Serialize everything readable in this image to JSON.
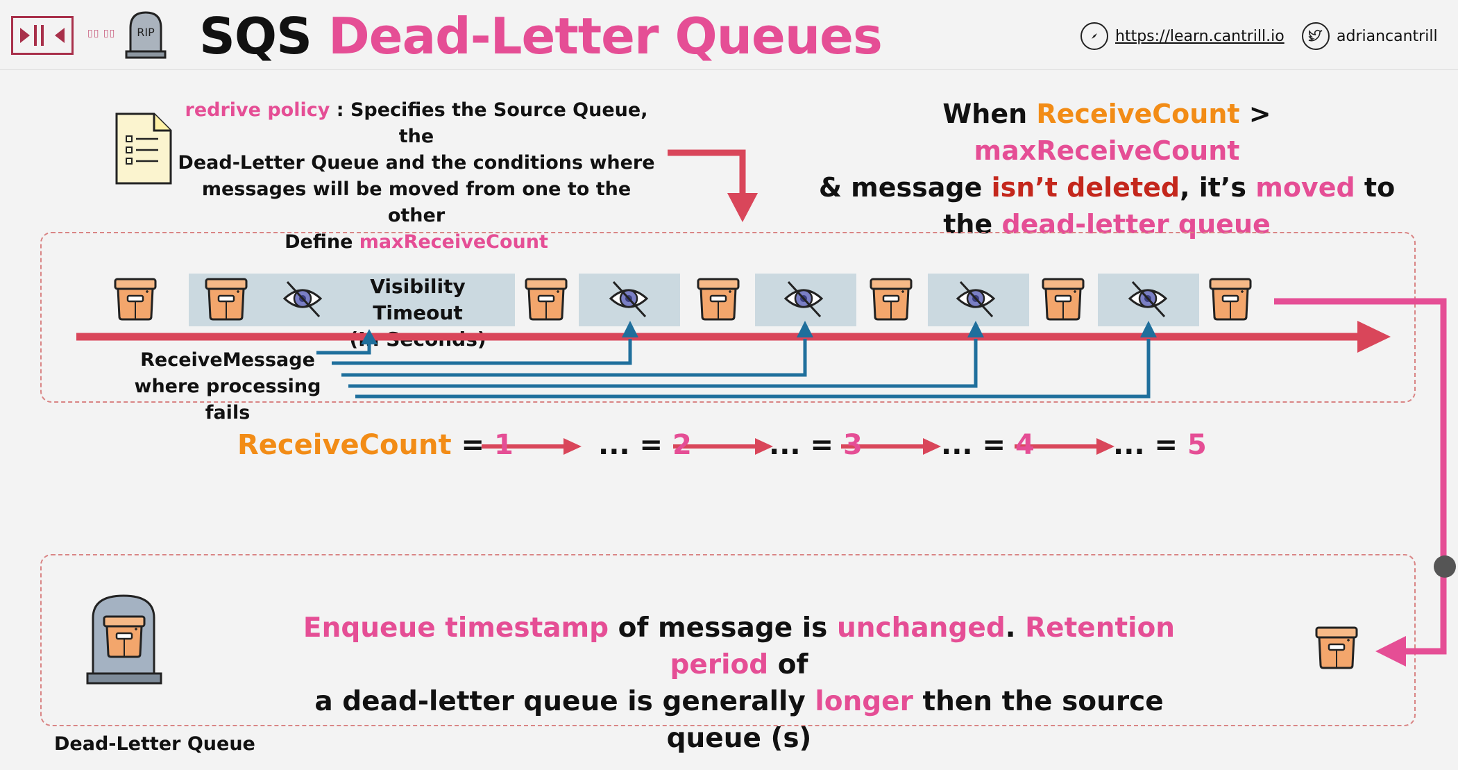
{
  "header": {
    "tiny_text": "▯▯ ▯▯",
    "rip": "RIP",
    "title_sqs": "SQS",
    "title_rest": "Dead-Letter Queues",
    "site_url": "https://learn.cantrill.io",
    "twitter_handle": "adriancantrill"
  },
  "redrive": {
    "term": "redrive policy",
    "sep": " :  ",
    "line1_rest": "Specifies the Source Queue, the",
    "line2": "Dead-Letter Queue and the conditions where",
    "line3": "messages will be moved from one to the other",
    "define": "Define ",
    "define_term": "maxReceiveCount"
  },
  "condition": {
    "when": "When ",
    "receive_count": "ReceiveCount",
    "gt": " > ",
    "max_receive_count": "maxReceiveCount",
    "amp": "& message ",
    "isnt_deleted": "isn’t deleted",
    "its": ", it’s ",
    "moved": "moved",
    "to": " to",
    "the": "the ",
    "dlq": "dead-letter queue"
  },
  "queue": {
    "visibility_line1": "Visibility Timeout",
    "visibility_line2": "(In Seconds)",
    "receive_line1": "ReceiveMessage",
    "receive_line2": "where processing fails"
  },
  "counts": {
    "label": "ReceiveCount",
    "eq": " = ",
    "first": "1",
    "ellipsis": "... = ",
    "values": [
      "2",
      "3",
      "4",
      "5"
    ]
  },
  "dlq": {
    "enqueue": "Enqueue timestamp",
    "of_message_is": " of message is ",
    "unchanged": "unchanged",
    "dot": ". ",
    "retention": "Retention period",
    "of": " of",
    "line2_a": "a dead-letter queue is generally ",
    "longer": "longer",
    "line2_b": " then the source queue (s)",
    "label": "Dead-Letter Queue"
  },
  "colors": {
    "pink": "#e54e95",
    "orange": "#f28c16",
    "red_arrow": "#d9465a",
    "blue_line": "#1f6f9c",
    "box_fill": "#f3a66c",
    "shade": "#cbd9e0"
  }
}
